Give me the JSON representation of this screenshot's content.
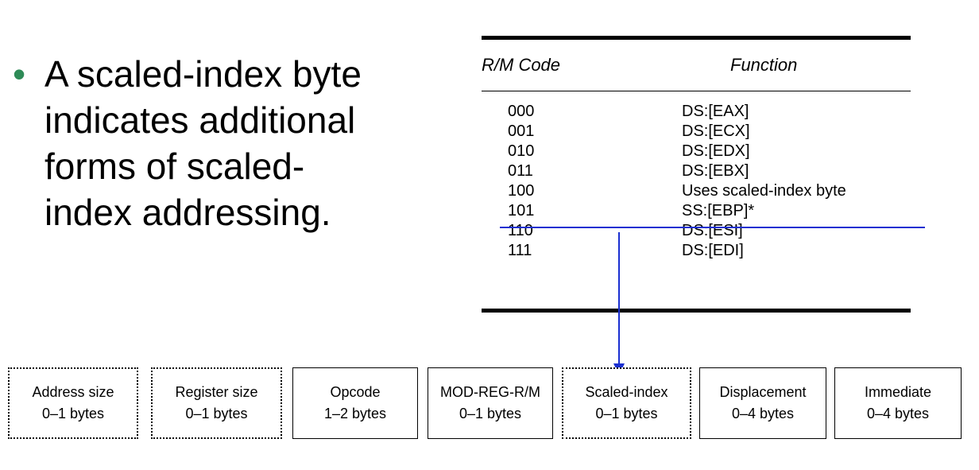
{
  "bullet": {
    "marker": "•",
    "lines": [
      "A scaled-index byte",
      "indicates additional",
      "forms of scaled-",
      "index addressing."
    ]
  },
  "table": {
    "headers": {
      "code": "R/M Code",
      "function": "Function"
    },
    "rows": [
      {
        "code": "000",
        "function": "DS:[EAX]"
      },
      {
        "code": "001",
        "function": "DS:[ECX]"
      },
      {
        "code": "010",
        "function": "DS:[EDX]"
      },
      {
        "code": "011",
        "function": "DS:[EBX]"
      },
      {
        "code": "100",
        "function": "Uses scaled-index byte"
      },
      {
        "code": "101",
        "function": "SS:[EBP]*"
      },
      {
        "code": "110",
        "function": "DS:[ESI]"
      },
      {
        "code": "111",
        "function": "DS:[EDI]"
      }
    ]
  },
  "format": [
    {
      "name": "Address size",
      "size": "0–1 bytes",
      "style": "dashed"
    },
    {
      "name": "Register size",
      "size": "0–1 bytes",
      "style": "dashed"
    },
    {
      "name": "Opcode",
      "size": "1–2 bytes",
      "style": "solid"
    },
    {
      "name": "MOD-REG-R/M",
      "size": "0–1 bytes",
      "style": "solid"
    },
    {
      "name": "Scaled-index",
      "size": "0–1 bytes",
      "style": "dashed"
    },
    {
      "name": "Displacement",
      "size": "0–4 bytes",
      "style": "solid"
    },
    {
      "name": "Immediate",
      "size": "0–4 bytes",
      "style": "solid"
    }
  ],
  "colors": {
    "bullet": "#2e8b57",
    "connector": "#1a2fd1"
  }
}
